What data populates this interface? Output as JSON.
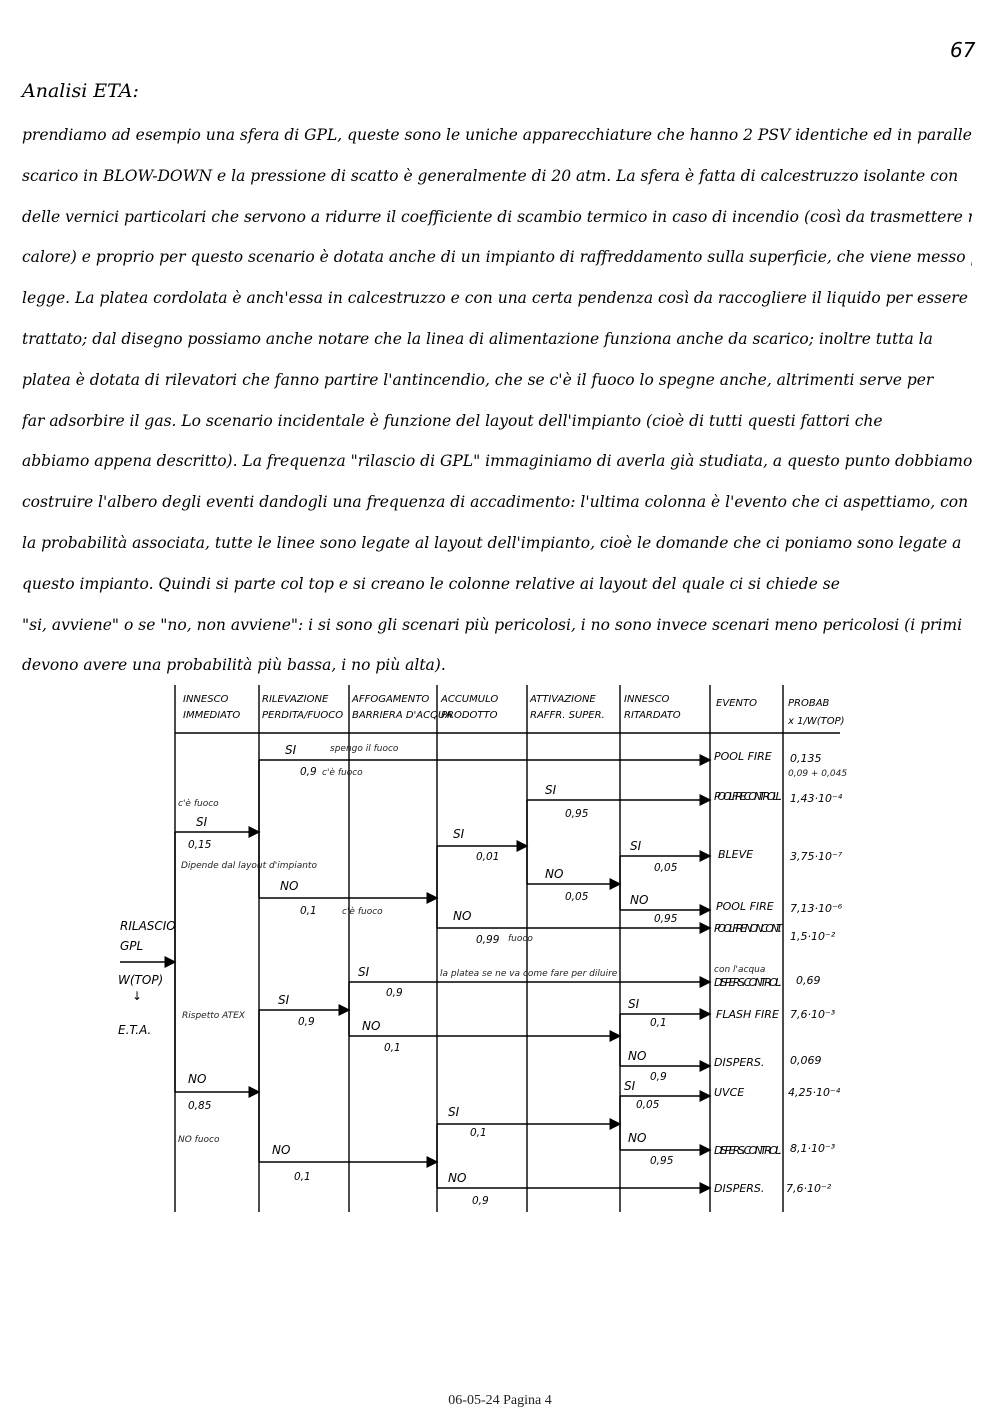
{
  "page_number": "67",
  "heading": "Analisi ETA:",
  "paragraph_lines": [
    "prendiamo ad esempio una sfera di GPL, queste sono le uniche apparecchiature che hanno 2 PSV identiche ed in parallelo con",
    "scarico in BLOW-DOWN e la pressione di scatto è generalmente di 20 atm. La sfera è fatta di calcestruzzo isolante con",
    "delle vernici particolari che servono a ridurre il coefficiente di scambio termico in caso di incendio (così da trasmettere meno",
    "calore) e proprio per questo scenario è dotata anche di un impianto di raffreddamento sulla superficie, che viene messo per",
    "legge. La platea cordolata è anch'essa in calcestruzzo e con una certa pendenza così da raccogliere il liquido per essere poi",
    "trattato; dal disegno possiamo anche notare che la linea di alimentazione funziona anche da scarico; inoltre tutta la",
    "platea è dotata di rilevatori che fanno partire l'antincendio, che se c'è il fuoco lo spegne anche, altrimenti serve per",
    "far adsorbire il gas. Lo scenario incidentale è funzione del layout dell'impianto (cioè di tutti questi fattori che",
    "abbiamo appena descritto). La frequenza \"rilascio di GPL\" immaginiamo di averla già studiata, a questo punto dobbiamo",
    "costruire l'albero degli eventi dandogli una frequenza di accadimento: l'ultima colonna è l'evento che ci aspettiamo, con",
    "la probabilità associata, tutte le linee sono legate al layout dell'impianto, cioè le domande che ci poniamo sono legate a",
    "questo impianto. Quindi si parte col top e si creano le colonne relative ai layout del quale ci si chiede se",
    "\"si, avviene\" o se \"no, non avviene\": i si sono gli scenari più pericolosi, i no sono invece scenari meno pericolosi (i primi",
    "devono avere una probabilità più bassa, i no più alta)."
  ],
  "tree": {
    "columns": [
      {
        "line1": "INNESCO",
        "line2": "IMMEDIATO"
      },
      {
        "line1": "RILEVAZIONE",
        "line2": "PERDITA/FUOCO"
      },
      {
        "line1": "AFFOGAMENTO",
        "line2": "BARRIERA D'ACQUA"
      },
      {
        "line1": "ACCUMULO",
        "line2": "PRODOTTO"
      },
      {
        "line1": "ATTIVAZIONE",
        "line2": "RAFFR. SUPER."
      },
      {
        "line1": "INNESCO",
        "line2": "RITARDATO"
      },
      {
        "line1": "EVENTO",
        "line2": ""
      },
      {
        "line1": "PROBAB",
        "line2": "x 1/W(TOP)"
      }
    ],
    "top_event": [
      "RILASCIO",
      "GPL",
      "W(TOP)",
      "↓",
      "E.T.A."
    ],
    "branch_labels": {
      "si": "SI",
      "no": "NO"
    },
    "branch_values": {
      "innesco_si": "0,15",
      "innesco_no": "0,85",
      "ril_si_top": "0,9",
      "ril_no_top": "0,1",
      "acc_si_top": "0,01",
      "acc_no_top": "0,99",
      "att_si": "0,95",
      "att_no": "0,05",
      "rit_si_top": "0,05",
      "rit_no_top": "0,95",
      "ril_si_bot": "0,9",
      "aff_si": "0,9",
      "aff_no": "0,1",
      "rit_si_mid": "0,1",
      "rit_no_mid": "0,9",
      "ril_no_bot": "0,1",
      "acc_si_bot": "0,1",
      "acc_no_bot": "0,9",
      "rit_si_bot": "0,05",
      "rit_no_bot": "0,95"
    },
    "events": [
      {
        "name": "POOL FIRE",
        "prob": "0,135",
        "note": "0,09 + 0,045"
      },
      {
        "name": "POOL FIRE CONTROLL.",
        "prob": "1,43·10⁻⁴"
      },
      {
        "name": "BLEVE",
        "prob": "3,75·10⁻⁷"
      },
      {
        "name": "POOL FIRE",
        "prob": "7,13·10⁻⁶"
      },
      {
        "name": "POOL FIRE NON CONT.",
        "prob": "1,5·10⁻²"
      },
      {
        "name": "DISPERS. CONTROL.",
        "prob": "0,69",
        "note": "con l'acqua"
      },
      {
        "name": "FLASH FIRE",
        "prob": "7,6·10⁻³"
      },
      {
        "name": "DISPERS.",
        "prob": "0,069"
      },
      {
        "name": "UVCE",
        "prob": "4,25·10⁻⁴"
      },
      {
        "name": "DISPERS. CONTROL.",
        "prob": "8,1·10⁻³"
      },
      {
        "name": "DISPERS.",
        "prob": "7,6·10⁻²"
      }
    ],
    "annotations": {
      "c_fuoco": "c'è fuoco",
      "dipende": "Dipende dal layout d'impianto",
      "spengo": "spengo il fuoco",
      "ce_fuoco_top": "c'è fuoco",
      "ce_fuoco_mid": "c'è fuoco",
      "fuoco": "fuoco",
      "rispetto": "Rispetto ATEX",
      "no_fuoco": "NO fuoco",
      "platea_note": "la platea se ne va come fare per diluire"
    }
  },
  "footer": "06-05-24 Pagina 4"
}
